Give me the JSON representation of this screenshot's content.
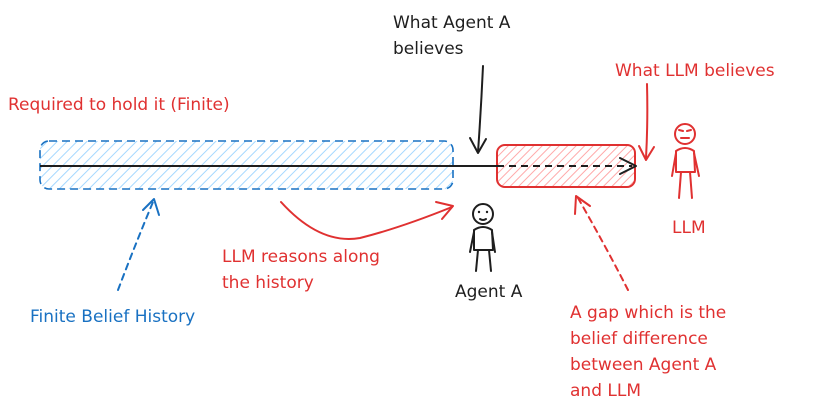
{
  "labels": {
    "what_agent_a_believes": [
      "What Agent A",
      "believes"
    ],
    "required_to_hold": "Required to hold it (Finite)",
    "what_llm_believes": "What LLM believes",
    "llm_figure": "LLM",
    "agent_a_figure": "Agent A",
    "llm_reasons": [
      "LLM reasons along",
      "the history"
    ],
    "finite_belief_history": "Finite Belief History",
    "gap_note": [
      "A gap which is the",
      "belief difference",
      "between Agent A",
      "and LLM"
    ]
  },
  "colors": {
    "red": "#e03131",
    "blue": "#1971c2",
    "blue_fill": "#a5d8ff",
    "red_fill": "#ffc9c9",
    "black": "#1e1e1e"
  }
}
